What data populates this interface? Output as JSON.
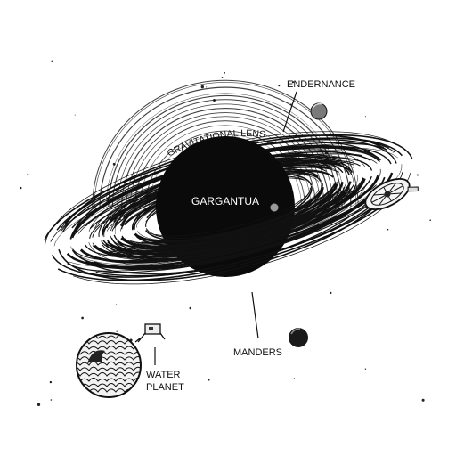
{
  "labels": {
    "endurance": "ENDERNANCE",
    "gravitational_lens": "GRAVITATIONAL LENS",
    "gargantua": "GARGANTUA",
    "manders": "MANDERS",
    "water_planet_line1": "WATER",
    "water_planet_line2": "PLANET"
  },
  "colors": {
    "ink": "#111111",
    "paper": "#ffffff",
    "hole": "#0a0a0a"
  },
  "icons": {
    "black_hole": "black-hole-disc",
    "ring_ship": "spoked-wheel-spacecraft",
    "lander": "small-lander-craft",
    "wave_planet": "ocean-wave-planet"
  }
}
